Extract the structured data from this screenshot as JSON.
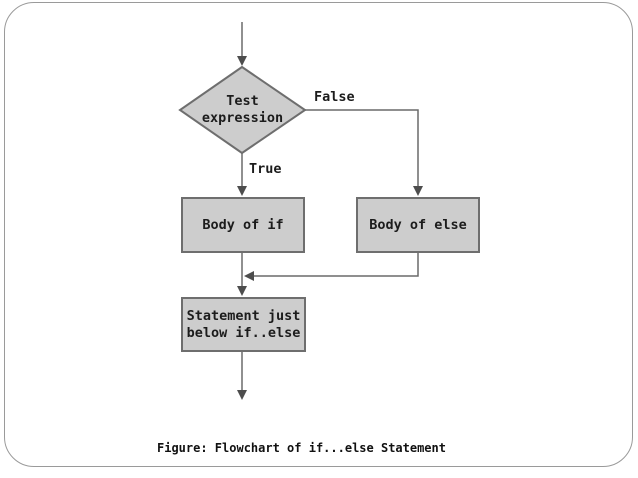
{
  "page": {
    "background": "#ffffff",
    "frame_border_color": "#9a9a9a"
  },
  "flowchart": {
    "colors": {
      "shape_fill": "#cdcdcd",
      "shape_border": "#6e6e6e",
      "connector_line": "#6a6a6a",
      "arrowhead": "#4d4d4d",
      "text": "#1c1c1c"
    },
    "decision": {
      "label_line1": "Test",
      "label_line2": "expression"
    },
    "branches": {
      "false_label": "False",
      "true_label": "True"
    },
    "boxes": {
      "body_if": "Body of if",
      "body_else": "Body of else",
      "statement_line1": "Statement just",
      "statement_line2": "below if..else"
    },
    "caption": "Figure: Flowchart of if...else Statement"
  }
}
